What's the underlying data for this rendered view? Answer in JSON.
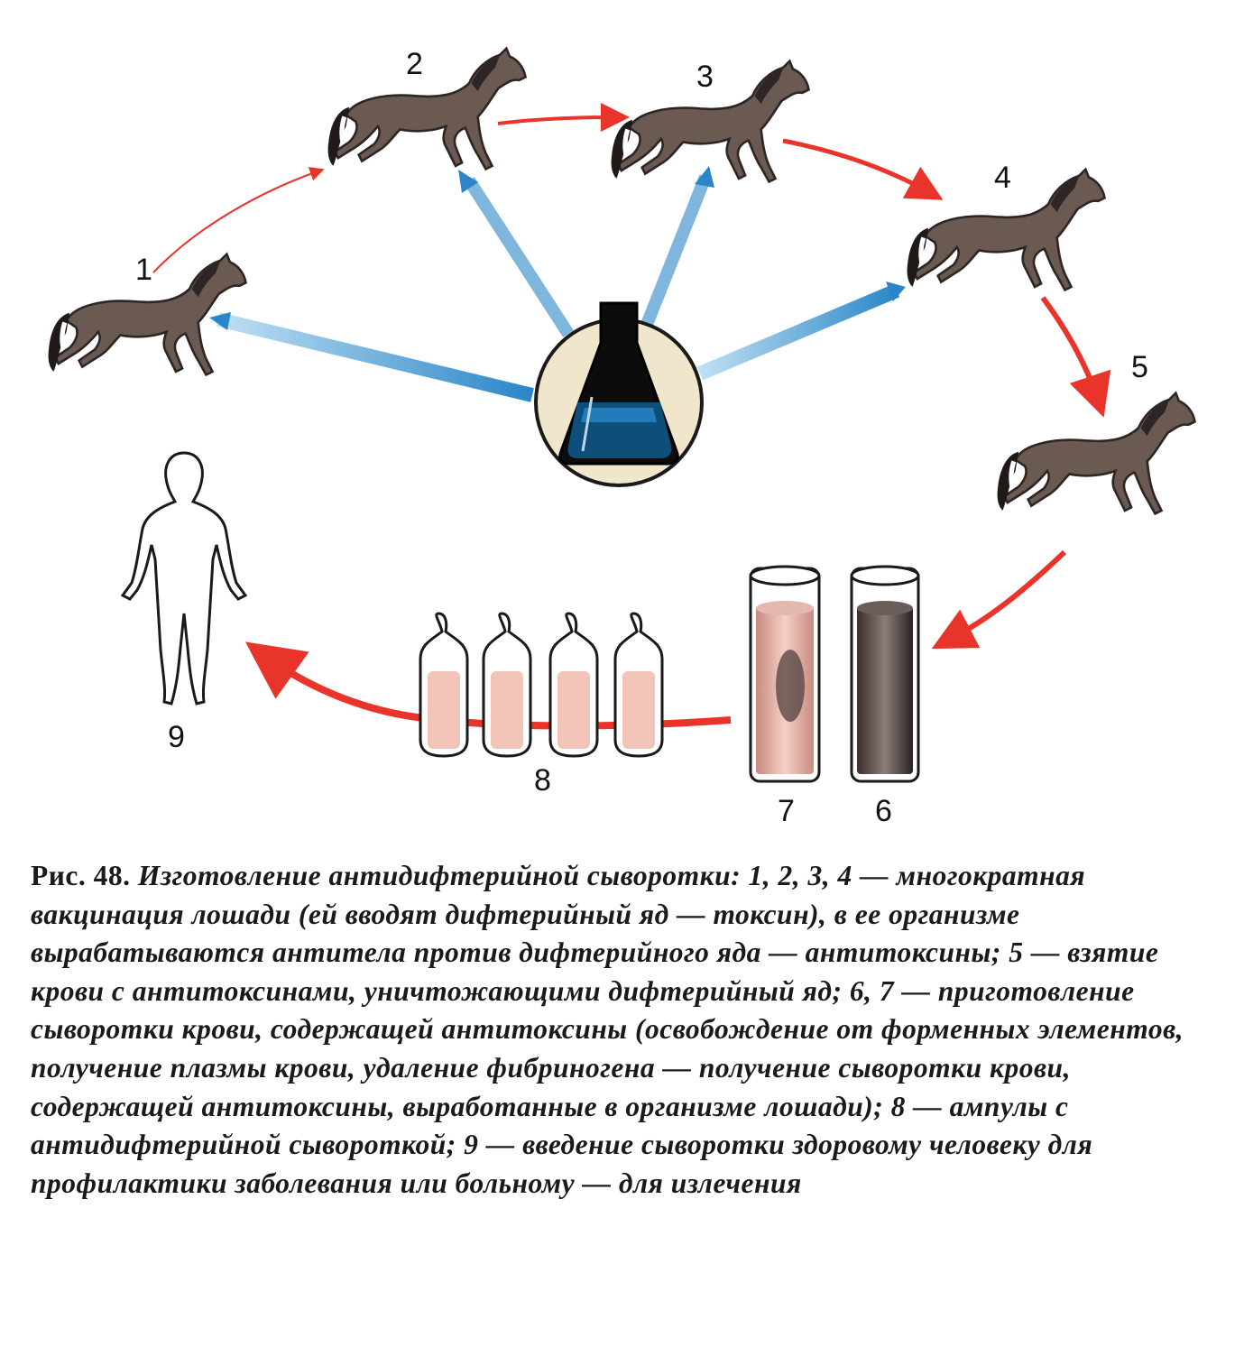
{
  "figure": {
    "labels": {
      "h1": "1",
      "h2": "2",
      "h3": "3",
      "h4": "4",
      "h5": "5",
      "n6": "6",
      "n7": "7",
      "n8": "8",
      "n9": "9"
    },
    "colors": {
      "horse": "#6b5a52",
      "horse_dark": "#2e2624",
      "red_arrow": "#e8342a",
      "blue_arrow": "#2a86c8",
      "flask_liquid": "#0d4f7a",
      "serum": "#e8b4a6"
    }
  },
  "caption": {
    "lead": "Рис. 48.",
    "text": "Изготовление антидифтерийной сыворотки: 1, 2, 3, 4 — многократная вакцинация лошади (ей вводят дифтерийный яд — токсин), в ее организме вырабатываются антитела против дифтерийного яда — антитоксины; 5 — взятие крови с антитоксинами, уничтожающими дифтерийный яд; 6, 7 — приготовление сыворотки крови, содержащей антитоксины (освобождение от форменных элементов, получение плазмы крови, удаление фибриногена — получение сыворотки крови, содержащей антитоксины, выработанные в организме лошади); 8 — ампулы с антидифтерийной сывороткой; 9 — введение сыворотки здоровому человеку для профилактики заболевания или больному — для излечения"
  }
}
